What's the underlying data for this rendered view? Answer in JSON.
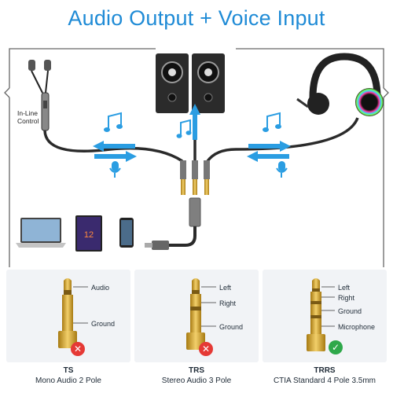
{
  "title": "Audio Output + Voice Input",
  "inline_control": "In-Line Control",
  "panels": [
    {
      "code": "TS",
      "desc": "Mono Audio 2 Pole",
      "labels": [
        "Audio",
        "Ground"
      ],
      "status": "not-supported",
      "status_icon": "x-icon"
    },
    {
      "code": "TRS",
      "desc": "Stereo Audio 3 Pole",
      "labels": [
        "Left",
        "Right",
        "Ground"
      ],
      "status": "not-supported",
      "status_icon": "x-icon"
    },
    {
      "code": "TRRS",
      "desc": "CTIA Standard 4 Pole 3.5mm",
      "labels": [
        "Left",
        "Right",
        "Ground",
        "Microphone"
      ],
      "status": "supported",
      "status_icon": "check-icon"
    }
  ],
  "colors": {
    "accent": "#1f8bd6",
    "gold": "#d7a82c",
    "reject": "#e53935",
    "accept": "#2ea84a"
  }
}
